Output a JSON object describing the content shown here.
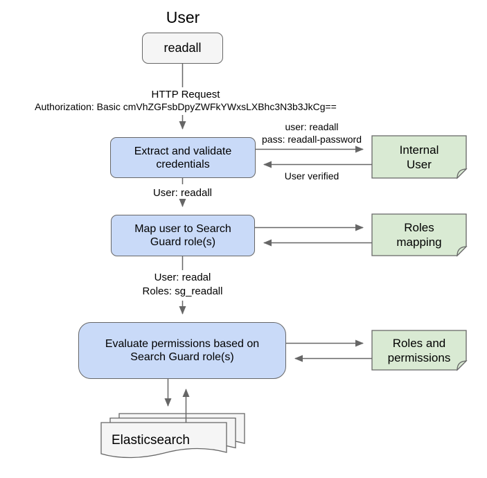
{
  "colors": {
    "background": "#ffffff",
    "process_fill": "#c9daf8",
    "note_fill": "#d9ead3",
    "actor_fill": "#f5f5f5",
    "doc_fill": "#f5f5f5",
    "shape_border": "#666666",
    "connector": "#666666",
    "text": "#000000"
  },
  "title": "User",
  "actor": {
    "label": "readall"
  },
  "request": {
    "title": "HTTP Request",
    "authorization": "Authorization: Basic cmVhZGFsbDpyZWFkYWxsLXBhc3N3b3JkCg=="
  },
  "processes": {
    "extract": {
      "label": "Extract and validate\ncredentials"
    },
    "map": {
      "label": "Map user to Search\nGuard role(s)"
    },
    "evaluate": {
      "label": "Evaluate permissions based on\nSearch Guard role(s)"
    }
  },
  "notes": {
    "internal_user": {
      "label": "Internal\nUser"
    },
    "roles_mapping": {
      "label": "Roles\nmapping"
    },
    "roles_permissions": {
      "label": "Roles and\npermissions"
    }
  },
  "edge_labels": {
    "credentials": "user: readall\npass: readall-password",
    "user_verified": "User verified",
    "user_readall": "User: readall",
    "user_roles": "User: readal\nRoles: sg_readall"
  },
  "datastore": {
    "label": "Elasticsearch"
  }
}
